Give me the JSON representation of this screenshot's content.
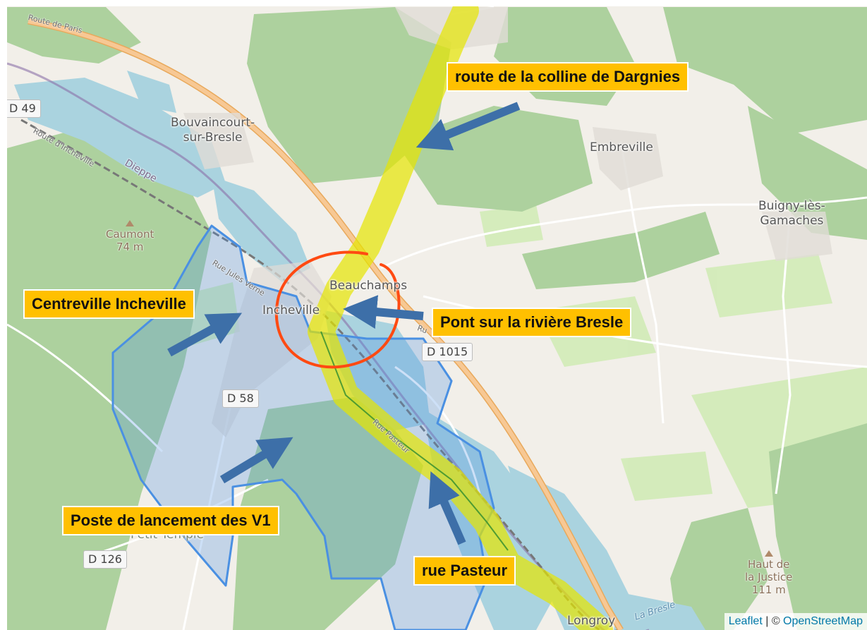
{
  "map": {
    "colors": {
      "land": "#f2efe9",
      "forest": "#add19e",
      "meadow": "#cdebb0",
      "water": "#aad3df",
      "major_road": "#f7c894",
      "highlight_yellow": "#e6e600",
      "area_blue": "#4a90e2",
      "circle_red": "#ff4a12",
      "arrow": "#3d6fa8",
      "callout_bg": "#ffc000"
    },
    "places": {
      "bouvaincourt": "Bouvaincourt-\nsur-Bresle",
      "embreville": "Embreville",
      "buigny": "Buigny-lès-\nGamaches",
      "beauchamps": "Beauchamps",
      "incheville": "Incheville",
      "longroy": "Longroy",
      "petit_temple": "Petit Temple"
    },
    "peaks": {
      "caumont": "Caumont\n74 m",
      "haut_justice": "Haut de\nla Justice\n111 m"
    },
    "road_shields": {
      "d49": "D 49",
      "d1015": "D 1015",
      "d58": "D 58",
      "d126": "D 126"
    },
    "road_names": {
      "route_paris": "Route de Paris",
      "route_incheville": "Route d'Incheville",
      "dieppe": "Dieppe",
      "rue_jules_verne": "Rue Jules Verne",
      "rue_pasteur": "Rue Pasteur",
      "rue_short": "Ru",
      "la_bresle": "La Bresle"
    },
    "callouts": {
      "dargnies": "route de la colline de Dargnies",
      "centreville": "Centreville Incheville",
      "pont": "Pont sur la rivière Bresle",
      "poste": "Poste de lancement des V1",
      "pasteur": "rue Pasteur"
    },
    "attribution": {
      "leaflet": "Leaflet",
      "separator": " | © ",
      "osm": "OpenStreetMap"
    }
  }
}
